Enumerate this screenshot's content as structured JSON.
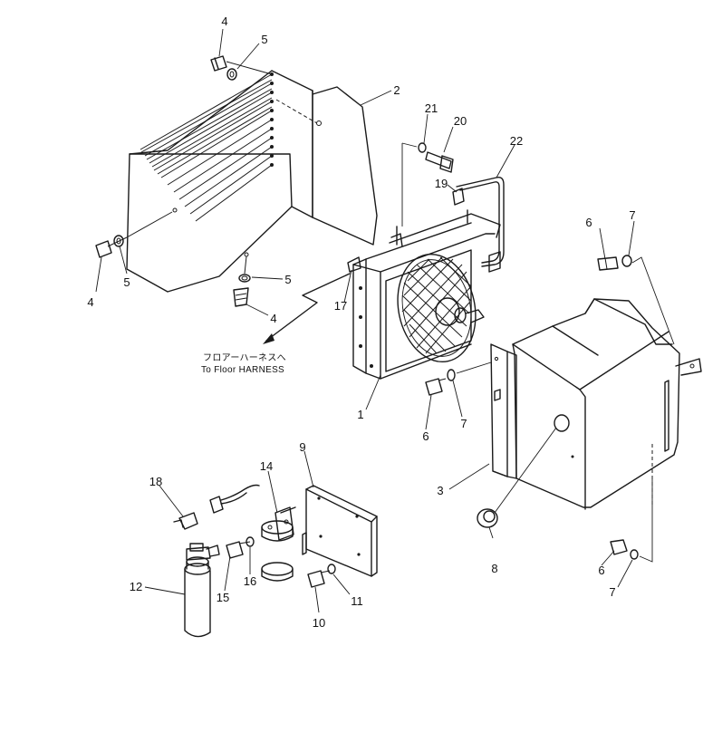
{
  "callouts": {
    "c1": "1",
    "c2": "2",
    "c3": "3",
    "c4a": "4",
    "c4b": "4",
    "c4c": "4",
    "c5a": "5",
    "c5b": "5",
    "c5c": "5",
    "c6a": "6",
    "c6b": "6",
    "c6c": "6",
    "c7a": "7",
    "c7b": "7",
    "c7c": "7",
    "c8": "8",
    "c9": "9",
    "c10": "10",
    "c11": "11",
    "c12": "12",
    "c14": "14",
    "c15": "15",
    "c16": "16",
    "c17": "17",
    "c18": "18",
    "c19": "19",
    "c20": "20",
    "c21": "21",
    "c22": "22"
  },
  "harness_note": {
    "japanese": "フロアーハーネスへ",
    "english": "To Floor HARNESS"
  }
}
